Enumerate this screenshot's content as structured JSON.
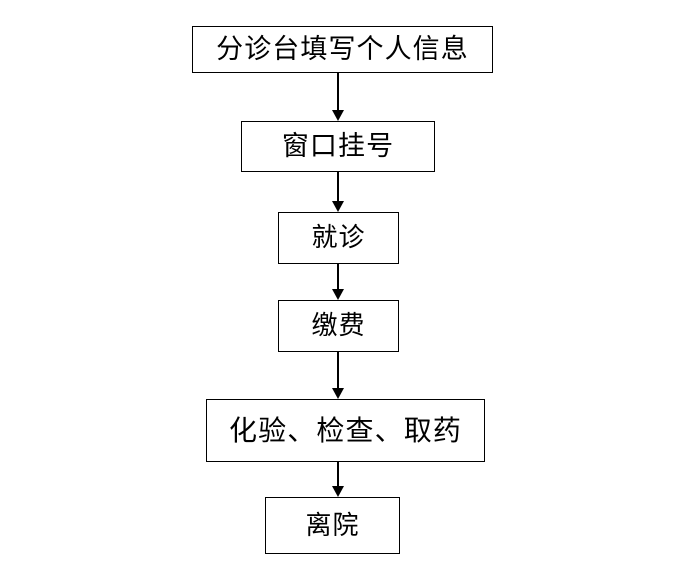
{
  "diagram": {
    "title": "",
    "type": "flowchart",
    "orientation": "vertical-top-to-bottom",
    "background_color": "#ffffff",
    "line_color": "#000000",
    "text_color": "#000000",
    "nodes": [
      {
        "id": "triage",
        "label": "分诊台填写个人信息",
        "shape": "rectangle"
      },
      {
        "id": "register",
        "label": "窗口挂号",
        "shape": "rectangle"
      },
      {
        "id": "consult",
        "label": "就诊",
        "shape": "rectangle"
      },
      {
        "id": "payment",
        "label": "缴费",
        "shape": "rectangle"
      },
      {
        "id": "tests",
        "label": "化验、检查、取药",
        "shape": "rectangle"
      },
      {
        "id": "discharge",
        "label": "离院",
        "shape": "rectangle"
      }
    ],
    "connectors": [
      {
        "id": "conn-1",
        "from": "triage",
        "to": "register",
        "style": "arrow-down",
        "label": ""
      },
      {
        "id": "conn-2",
        "from": "register",
        "to": "consult",
        "style": "arrow-down",
        "label": ""
      },
      {
        "id": "conn-3",
        "from": "consult",
        "to": "payment",
        "style": "arrow-down",
        "label": ""
      },
      {
        "id": "conn-4",
        "from": "payment",
        "to": "tests",
        "style": "arrow-down",
        "label": ""
      },
      {
        "id": "conn-5",
        "from": "tests",
        "to": "discharge",
        "style": "arrow-down",
        "label": ""
      }
    ]
  }
}
